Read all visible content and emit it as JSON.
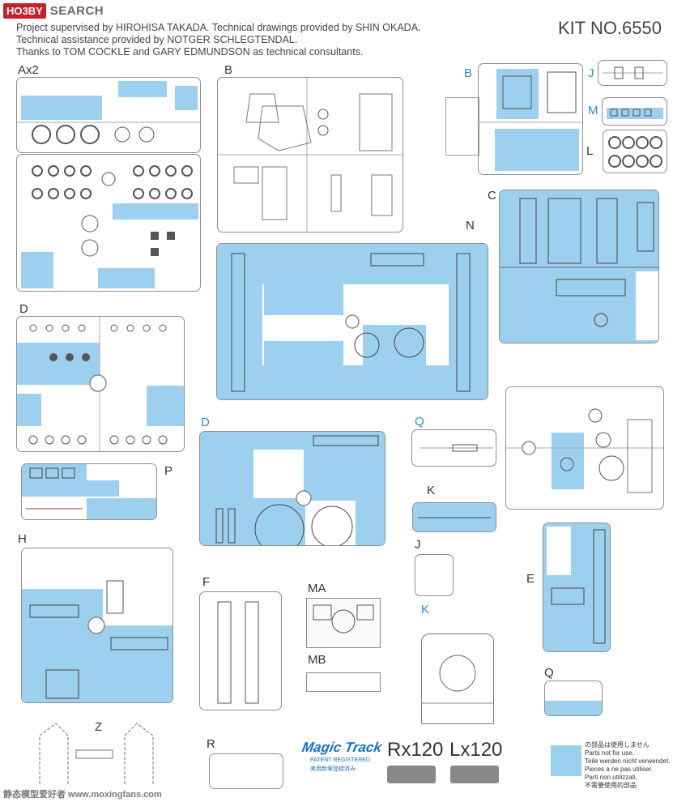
{
  "header": {
    "logo_badge": "HO3BY",
    "logo_text": "SEARCH",
    "credits": [
      "Project supervised by HIROHISA TAKADA. Technical drawings provided by SHIN OKADA.",
      "Technical assistance provided by NOTGER SCHLEGTENDAL.",
      "Thanks to TOM COCKLE and GARY EDMUNDSON as technical consultants."
    ],
    "kit_no": "KIT NO.6550"
  },
  "sprue_labels": {
    "ax2": "Ax2",
    "b_grey": "B",
    "b_blue": "B",
    "j_top": "J",
    "m_top": "M",
    "l": "L",
    "c": "C",
    "n": "N",
    "d_grey": "D",
    "d_blue": "D",
    "q_mid": "Q",
    "p": "P",
    "k_grey": "K",
    "h": "H",
    "f": "F",
    "ma": "MA",
    "mb": "MB",
    "j_mid": "J",
    "k_blue": "K",
    "e": "E",
    "q_bottom": "Q",
    "z": "Z",
    "r": "R"
  },
  "magic_track": {
    "logo": "Magic Track",
    "sub1": "PATENT REGISTERED",
    "sub2": "実用新案登録済み",
    "rx": "Rx120",
    "lx": "Lx120"
  },
  "legend": {
    "lines": [
      "の部品は使用しません",
      "Parts not for use.",
      "Teile werden nicht verwendet.",
      "Pieces a ne pas utiliser.",
      "Parti non utilizzati.",
      "不需要使用的部品"
    ]
  },
  "watermark": "静态模型爱好者 www.moxingfans.com",
  "colors": {
    "unused_parts": "#9dd0ef",
    "highlight_label": "#2a8fd1",
    "logo_red": "#c8202a"
  }
}
